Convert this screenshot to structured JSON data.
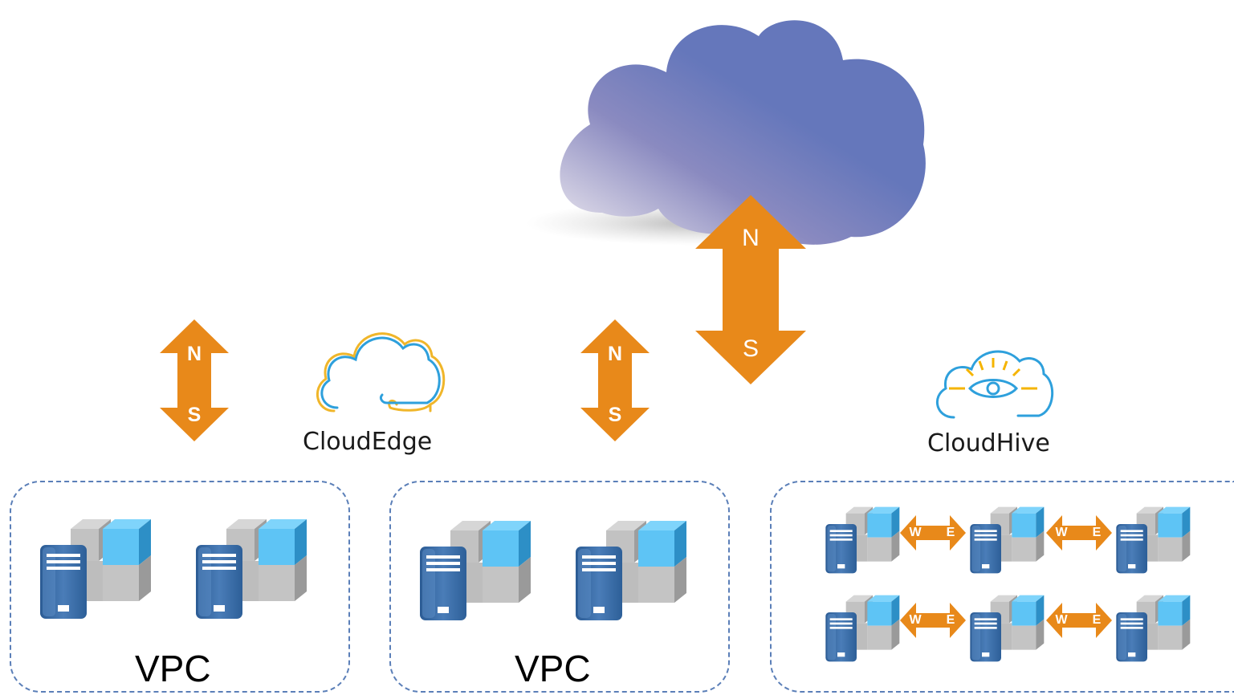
{
  "diagram": {
    "internet_cloud": {
      "icon": "cloud-icon",
      "fill": "#6577bb"
    },
    "main_arrow": {
      "top_label": "N",
      "bottom_label": "S",
      "color": "#e8891a"
    },
    "left_arrow": {
      "top_label": "N",
      "bottom_label": "S",
      "color": "#e8891a"
    },
    "middle_arrow": {
      "top_label": "N",
      "bottom_label": "S",
      "color": "#e8891a"
    },
    "cloudedge": {
      "label": "CloudEdge",
      "icon": "cloud-outline-icon"
    },
    "cloudhive": {
      "label": "CloudHive",
      "icon": "cloud-eye-icon"
    },
    "vpc_boxes": [
      {
        "label": "VPC",
        "border_color": "#5b7fb8"
      },
      {
        "label": "VPC",
        "border_color": "#5b7fb8"
      },
      {
        "label": "",
        "border_color": "#5b7fb8"
      }
    ],
    "we_arrows": [
      {
        "left_label": "W",
        "right_label": "E"
      },
      {
        "left_label": "W",
        "right_label": "E"
      },
      {
        "left_label": "W",
        "right_label": "E"
      },
      {
        "left_label": "W",
        "right_label": "E"
      }
    ],
    "colors": {
      "arrow": "#e8891a",
      "server_blue": "#3a6aa3",
      "cube_blue": "#5ec4f5",
      "cube_gray": "#c4c4c4",
      "brand_line": "#2ea0dc",
      "brand_accent": "#f5b400"
    }
  }
}
